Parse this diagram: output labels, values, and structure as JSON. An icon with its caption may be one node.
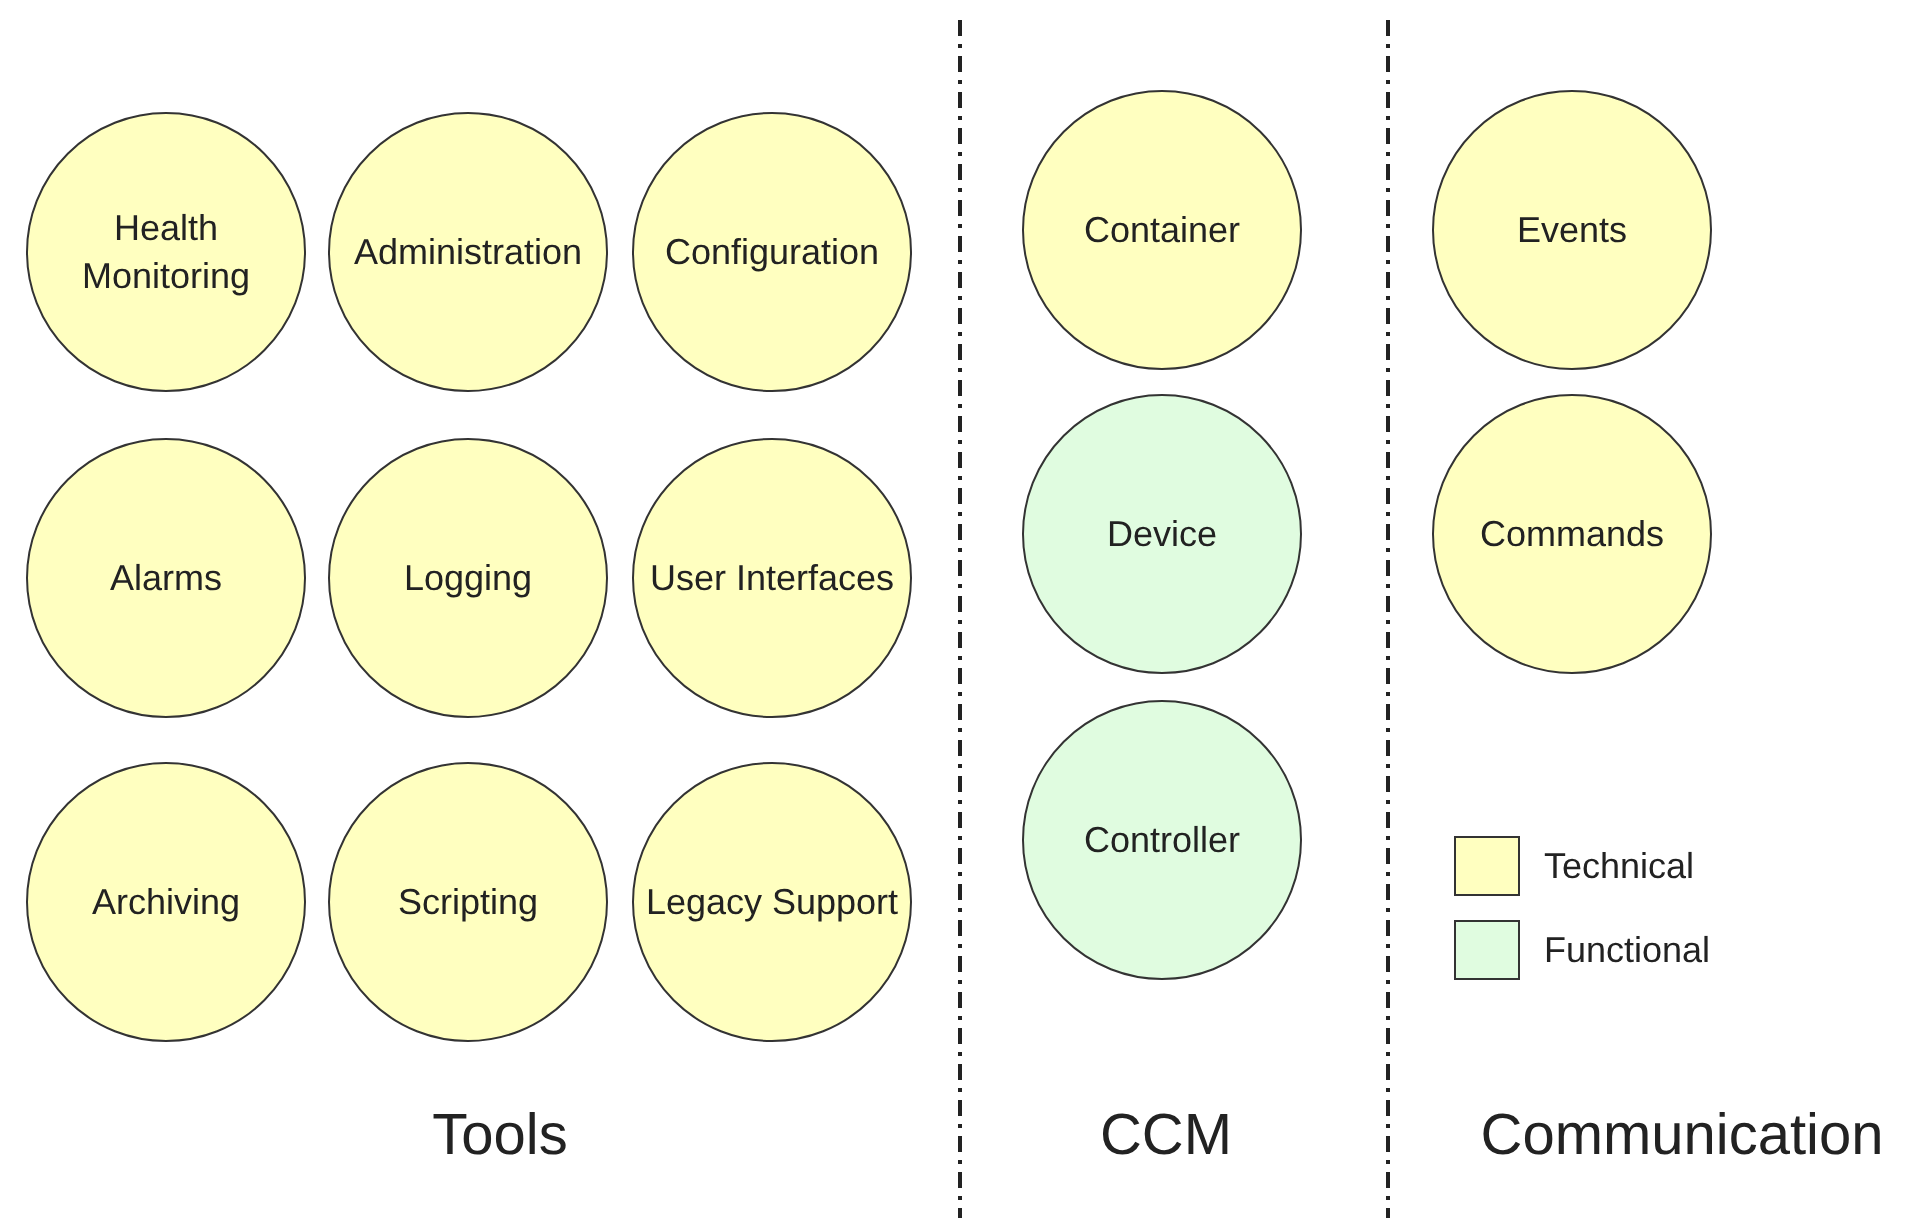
{
  "diagram": {
    "nodes": [
      {
        "text": [
          "Health Monitoring"
        ]
      },
      {
        "text": [
          "Administration"
        ]
      },
      {
        "text": [
          "Configuration"
        ]
      },
      {
        "text": [
          "Alarms"
        ]
      },
      {
        "text": [
          "Logging"
        ]
      },
      {
        "text": [
          "User Interfaces"
        ]
      },
      {
        "text": [
          "Archiving"
        ]
      },
      {
        "text": [
          "Scripting"
        ]
      },
      {
        "text": [
          "Legacy Support"
        ]
      },
      {
        "text": [
          "Container"
        ]
      },
      {
        "text": [
          "Device"
        ]
      },
      {
        "text": [
          "Controller"
        ]
      },
      {
        "text": [
          "Events"
        ]
      },
      {
        "text": [
          "Commands"
        ]
      }
    ],
    "labels": [
      "Tools",
      "CCM",
      "Communication"
    ],
    "legend": [
      {
        "text": "Technical",
        "color": "#ffffc0"
      },
      {
        "text": "Functional",
        "color": "#e0fce0"
      }
    ]
  }
}
